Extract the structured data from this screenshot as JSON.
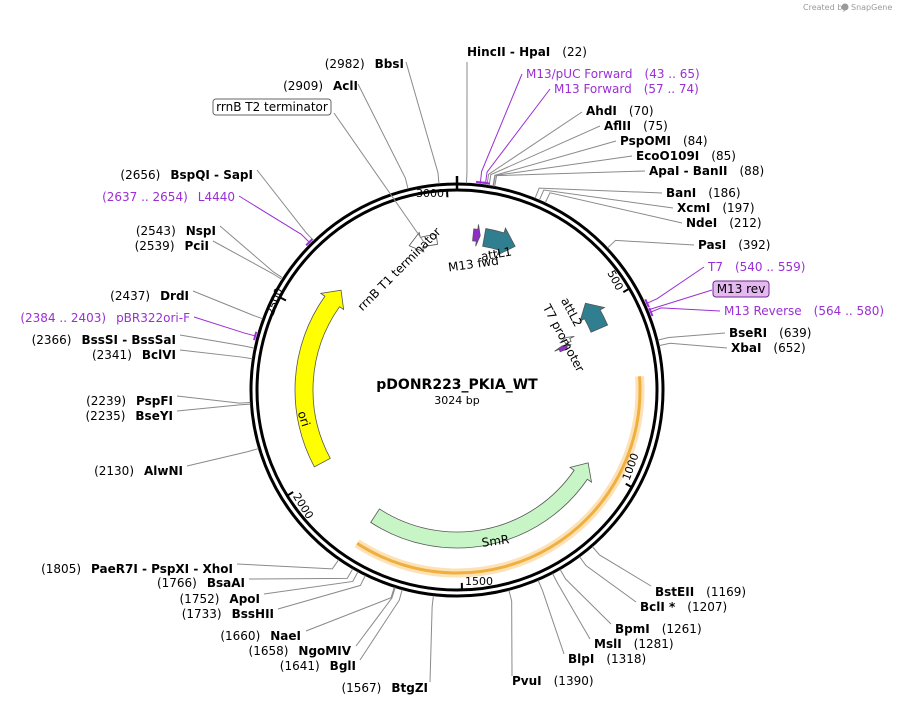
{
  "credit": {
    "prefix": "Created by",
    "brand": "SnapGene"
  },
  "plasmid": {
    "name": "pDONR223_PKIA_WT",
    "length_label": "3024 bp",
    "total_bp": 3024
  },
  "ticks": [
    "500",
    "1000",
    "1500",
    "2000",
    "2500",
    "3000"
  ],
  "sites": [
    {
      "name": "HincII",
      "name2": "HpaI",
      "pos": "(22)",
      "bp": 22
    },
    {
      "name": "AhdI",
      "pos": "(70)",
      "bp": 70
    },
    {
      "name": "AflII",
      "pos": "(75)",
      "bp": 75
    },
    {
      "name": "PspOMI",
      "pos": "(84)",
      "bp": 84
    },
    {
      "name": "EcoO109I",
      "pos": "(85)",
      "bp": 85
    },
    {
      "name": "ApaI",
      "name2": "BanII",
      "pos": "(88)",
      "bp": 88
    },
    {
      "name": "BanI",
      "pos": "(186)",
      "bp": 186
    },
    {
      "name": "XcmI",
      "pos": "(197)",
      "bp": 197
    },
    {
      "name": "NdeI",
      "pos": "(212)",
      "bp": 212
    },
    {
      "name": "PasI",
      "pos": "(392)",
      "bp": 392
    },
    {
      "name": "BseRI",
      "pos": "(639)",
      "bp": 639
    },
    {
      "name": "XbaI",
      "pos": "(652)",
      "bp": 652
    },
    {
      "name": "BstEII",
      "pos": "(1169)",
      "bp": 1169
    },
    {
      "name": "BclI *",
      "pos": "(1207)",
      "bp": 1207
    },
    {
      "name": "BpmI",
      "pos": "(1261)",
      "bp": 1261
    },
    {
      "name": "MslI",
      "pos": "(1281)",
      "bp": 1281
    },
    {
      "name": "BlpI",
      "pos": "(1318)",
      "bp": 1318
    },
    {
      "name": "PvuI",
      "pos": "(1390)",
      "bp": 1390
    },
    {
      "name": "BtgZI",
      "pos": "(1567)",
      "bp": 1567
    },
    {
      "name": "BglI",
      "pos": "(1641)",
      "bp": 1641
    },
    {
      "name": "NgoMIV",
      "pos": "(1658)",
      "bp": 1658
    },
    {
      "name": "NaeI",
      "pos": "(1660)",
      "bp": 1660
    },
    {
      "name": "BssHII",
      "pos": "(1733)",
      "bp": 1733
    },
    {
      "name": "ApoI",
      "pos": "(1752)",
      "bp": 1752
    },
    {
      "name": "BsaAI",
      "pos": "(1766)",
      "bp": 1766
    },
    {
      "name": "PaeR7I",
      "name2": "PspXI",
      "name3": "XhoI",
      "pos": "(1805)",
      "bp": 1805
    },
    {
      "name": "AlwNI",
      "pos": "(2130)",
      "bp": 2130
    },
    {
      "name": "BseYI",
      "pos": "(2235)",
      "bp": 2235
    },
    {
      "name": "PspFI",
      "pos": "(2239)",
      "bp": 2239
    },
    {
      "name": "BclVI",
      "pos": "(2341)",
      "bp": 2341
    },
    {
      "name": "BssSI",
      "name2": "BssSaI",
      "pos": "(2366)",
      "bp": 2366
    },
    {
      "name": "DrdI",
      "pos": "(2437)",
      "bp": 2437
    },
    {
      "name": "PciI",
      "pos": "(2539)",
      "bp": 2539
    },
    {
      "name": "NspI",
      "pos": "(2543)",
      "bp": 2543
    },
    {
      "name": "BspQI",
      "name2": "SapI",
      "pos": "(2656)",
      "bp": 2656
    },
    {
      "name": "AclI",
      "pos": "(2909)",
      "bp": 2909
    },
    {
      "name": "BbsI",
      "pos": "(2982)",
      "bp": 2982
    }
  ],
  "primers": [
    {
      "name": "M13/pUC Forward",
      "range": "(43 .. 65)",
      "bp": 54
    },
    {
      "name": "M13 Forward",
      "range": "(57 .. 74)",
      "bp": 66
    },
    {
      "name": "T7",
      "range": "(540 .. 559)",
      "bp": 550
    },
    {
      "name": "M13 Reverse",
      "range": "(564 .. 580)",
      "bp": 572
    },
    {
      "name": "pBR322ori-F",
      "range": "(2384 .. 2403)",
      "bp": 2394
    },
    {
      "name": "L4440",
      "range": "(2637 .. 2654)",
      "bp": 2646
    }
  ],
  "boxed_labels": [
    {
      "text": "rrnB T2 terminator",
      "bp": 2790
    },
    {
      "text": "M13 rev",
      "bp": 565
    }
  ],
  "features": [
    {
      "name": "rrnB T1 terminator",
      "start": 2870,
      "end": 2960,
      "color": "#ffffff"
    },
    {
      "name": "M13 fwd",
      "start": 50,
      "end": 72,
      "color": "#8e2fc6"
    },
    {
      "name": "attL1",
      "start": 85,
      "end": 185,
      "color": "#2f7f90"
    },
    {
      "name": "attL2",
      "start": 470,
      "end": 560,
      "color": "#2f7f90"
    },
    {
      "name": "T7 promoter",
      "start": 540,
      "end": 562,
      "color": "#ffffff"
    },
    {
      "name": "M13 rev",
      "start": 565,
      "end": 585,
      "color": "#8e2fc6"
    },
    {
      "name": "SmR",
      "start": 1000,
      "end": 1790,
      "color": "#c8f5c6"
    },
    {
      "name": "ori",
      "start": 2030,
      "end": 2610,
      "color": "#ffff00"
    }
  ],
  "orange_arc": {
    "start": 720,
    "end": 1790,
    "color": "#f0b040"
  },
  "colors": {
    "primer": "#9b2fd4",
    "backbone": "#000000"
  }
}
